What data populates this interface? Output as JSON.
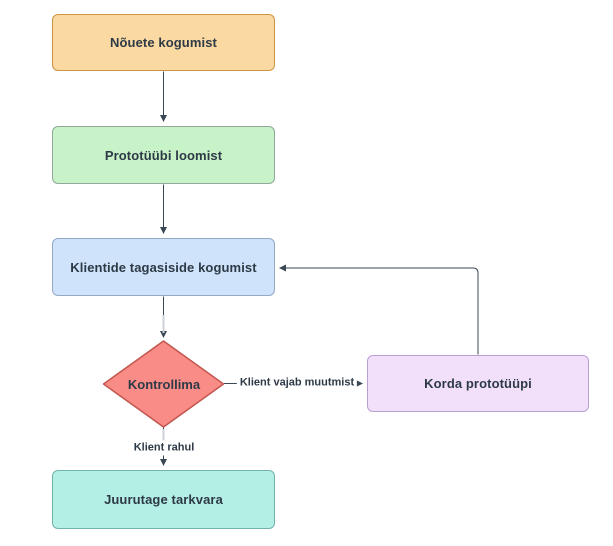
{
  "diagram": {
    "type": "flowchart",
    "background": "#ffffff",
    "text_color": "#2d3a46",
    "line_color": "#3a4754",
    "line_gap_color": "#ccd2d7",
    "nodes": [
      {
        "id": "nouete-kogumist",
        "label": "Nõuete kogumist",
        "shape": "rounded-rect",
        "fill": "#fbd9a2",
        "stroke": "#cc9543"
      },
      {
        "id": "prototuubi-loomist",
        "label": "Prototüübi loomist",
        "shape": "rounded-rect",
        "fill": "#c8f2c7",
        "stroke": "#8fa89a"
      },
      {
        "id": "klientide-tagasiside",
        "label": "Klientide tagasiside kogumist",
        "shape": "rounded-rect",
        "fill": "#cfe3fa",
        "stroke": "#94a9c6"
      },
      {
        "id": "kontrollima",
        "label": "Kontrollima",
        "shape": "diamond",
        "fill": "#fa8c88",
        "stroke": "#c2564f"
      },
      {
        "id": "korda-prototuupi",
        "label": "Korda prototüüpi",
        "shape": "rounded-rect",
        "fill": "#f2e0fb",
        "stroke": "#b99fd3"
      },
      {
        "id": "juurutage-tarkvara",
        "label": "Juurutage tarkvara",
        "shape": "rounded-rect",
        "fill": "#b4efe5",
        "stroke": "#72b4ab"
      }
    ],
    "edges": [
      {
        "from": "nouete-kogumist",
        "to": "prototuubi-loomist",
        "label": ""
      },
      {
        "from": "prototuubi-loomist",
        "to": "klientide-tagasiside",
        "label": ""
      },
      {
        "from": "klientide-tagasiside",
        "to": "kontrollima",
        "label": ""
      },
      {
        "from": "kontrollima",
        "to": "korda-prototuupi",
        "label": "Klient vajab muutmist"
      },
      {
        "from": "korda-prototuupi",
        "to": "klientide-tagasiside",
        "label": ""
      },
      {
        "from": "kontrollima",
        "to": "juurutage-tarkvara",
        "label": "Klient rahul"
      }
    ]
  }
}
